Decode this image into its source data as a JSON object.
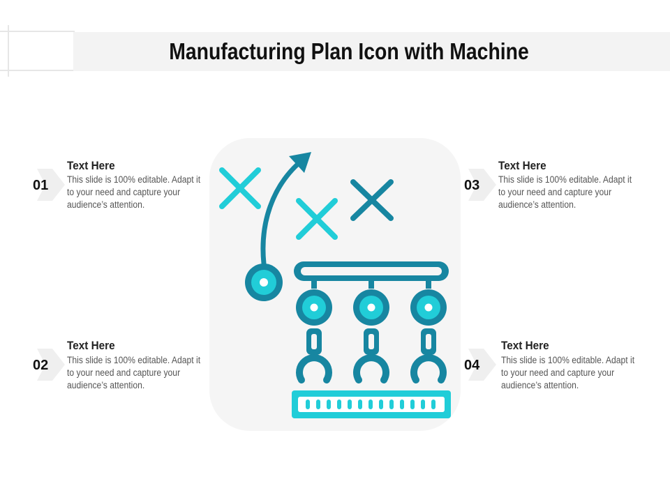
{
  "title": "Manufacturing Plan Icon with Machine",
  "items": [
    {
      "number": "01",
      "heading": "Text Here",
      "text": "This slide is 100% editable. Adapt it to your need and capture your audience’s attention."
    },
    {
      "number": "02",
      "heading": "Text Here",
      "text": "This slide is 100% editable. Adapt it to your need and capture your audience’s attention."
    },
    {
      "number": "03",
      "heading": "Text Here",
      "text": "This slide is 100% editable. Adapt it to your need and capture your audience’s attention."
    },
    {
      "number": "04",
      "heading": "Text Here",
      "text": "This slide is 100% editable. Adapt it to your need and capture your audience’s attention."
    }
  ],
  "colors": {
    "dark_teal": "#1786a1",
    "cyan": "#21cdd8",
    "panel": "#f5f5f5"
  },
  "icons": [
    "x-mark-icon",
    "curved-arrow-icon",
    "robot-arm-icon",
    "conveyor-belt-icon"
  ]
}
